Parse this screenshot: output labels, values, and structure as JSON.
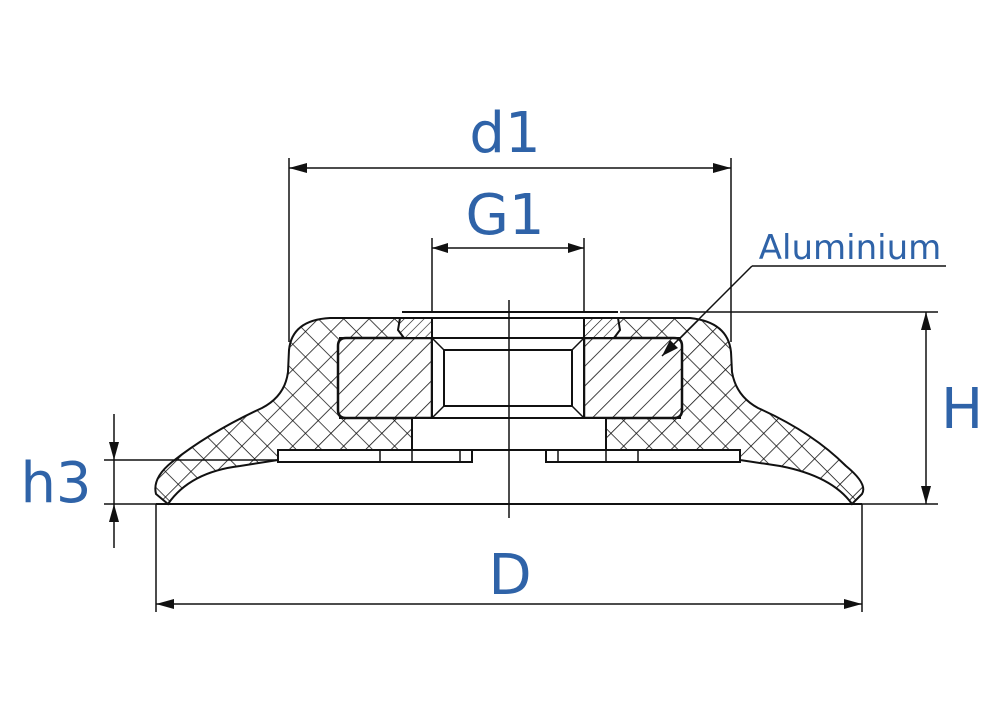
{
  "dimensions": {
    "d1": "d1",
    "g1": "G1",
    "h": "H",
    "h3": "h3",
    "d": "D"
  },
  "callout": {
    "material": "Aluminium"
  },
  "colors": {
    "label": "#2f63a8",
    "line": "#111111",
    "background": "#ffffff"
  }
}
